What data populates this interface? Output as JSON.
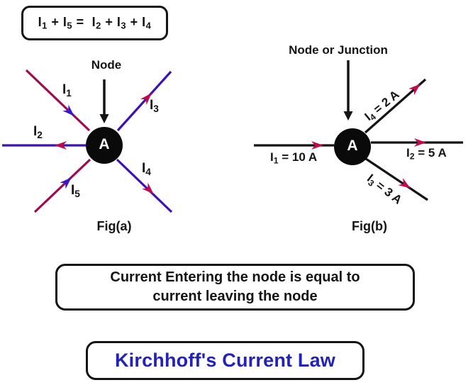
{
  "colors": {
    "line_in": "#9e0c50",
    "line_out": "#3f10b6",
    "arrow_in": "#3c16cc",
    "arrow_out": "#c00a4e",
    "black": "#141414",
    "title_blue": "#2222bb",
    "node_fill": "#0a0a0a"
  },
  "equation": {
    "tokens": [
      {
        "base": "I",
        "sub": "1"
      },
      {
        "text": " + "
      },
      {
        "base": "I",
        "sub": "5"
      },
      {
        "text": " =  "
      },
      {
        "base": "I",
        "sub": "2"
      },
      {
        "text": " + "
      },
      {
        "base": "I",
        "sub": "3"
      },
      {
        "text": " + "
      },
      {
        "base": "I",
        "sub": "4"
      }
    ]
  },
  "fig_a": {
    "pointer_label": "Node",
    "node_label": "A",
    "caption": "Fig(a)",
    "currents": [
      {
        "base": "I",
        "sub": "1",
        "suffix": "",
        "direction": "in"
      },
      {
        "base": "I",
        "sub": "2",
        "suffix": "",
        "direction": "out"
      },
      {
        "base": "I",
        "sub": "3",
        "suffix": "",
        "direction": "out"
      },
      {
        "base": "I",
        "sub": "4",
        "suffix": "",
        "direction": "out"
      },
      {
        "base": "I",
        "sub": "5",
        "suffix": "",
        "direction": "in"
      }
    ]
  },
  "fig_b": {
    "pointer_label": "Node or Junction",
    "node_label": "A",
    "caption": "Fig(b)",
    "currents": [
      {
        "base": "I",
        "sub": "1",
        "suffix": " = 10 A",
        "direction": "in"
      },
      {
        "base": "I",
        "sub": "2",
        "suffix": " = 5 A",
        "direction": "out"
      },
      {
        "base": "I",
        "sub": "3",
        "suffix": " = 3 A",
        "direction": "out"
      },
      {
        "base": "I",
        "sub": "4",
        "suffix": " = 2 A",
        "direction": "out"
      }
    ]
  },
  "statement": {
    "line1": "Current Entering the node is equal to",
    "line2": "current leaving the node"
  },
  "title": {
    "text": "Kirchhoff's Current Law"
  }
}
